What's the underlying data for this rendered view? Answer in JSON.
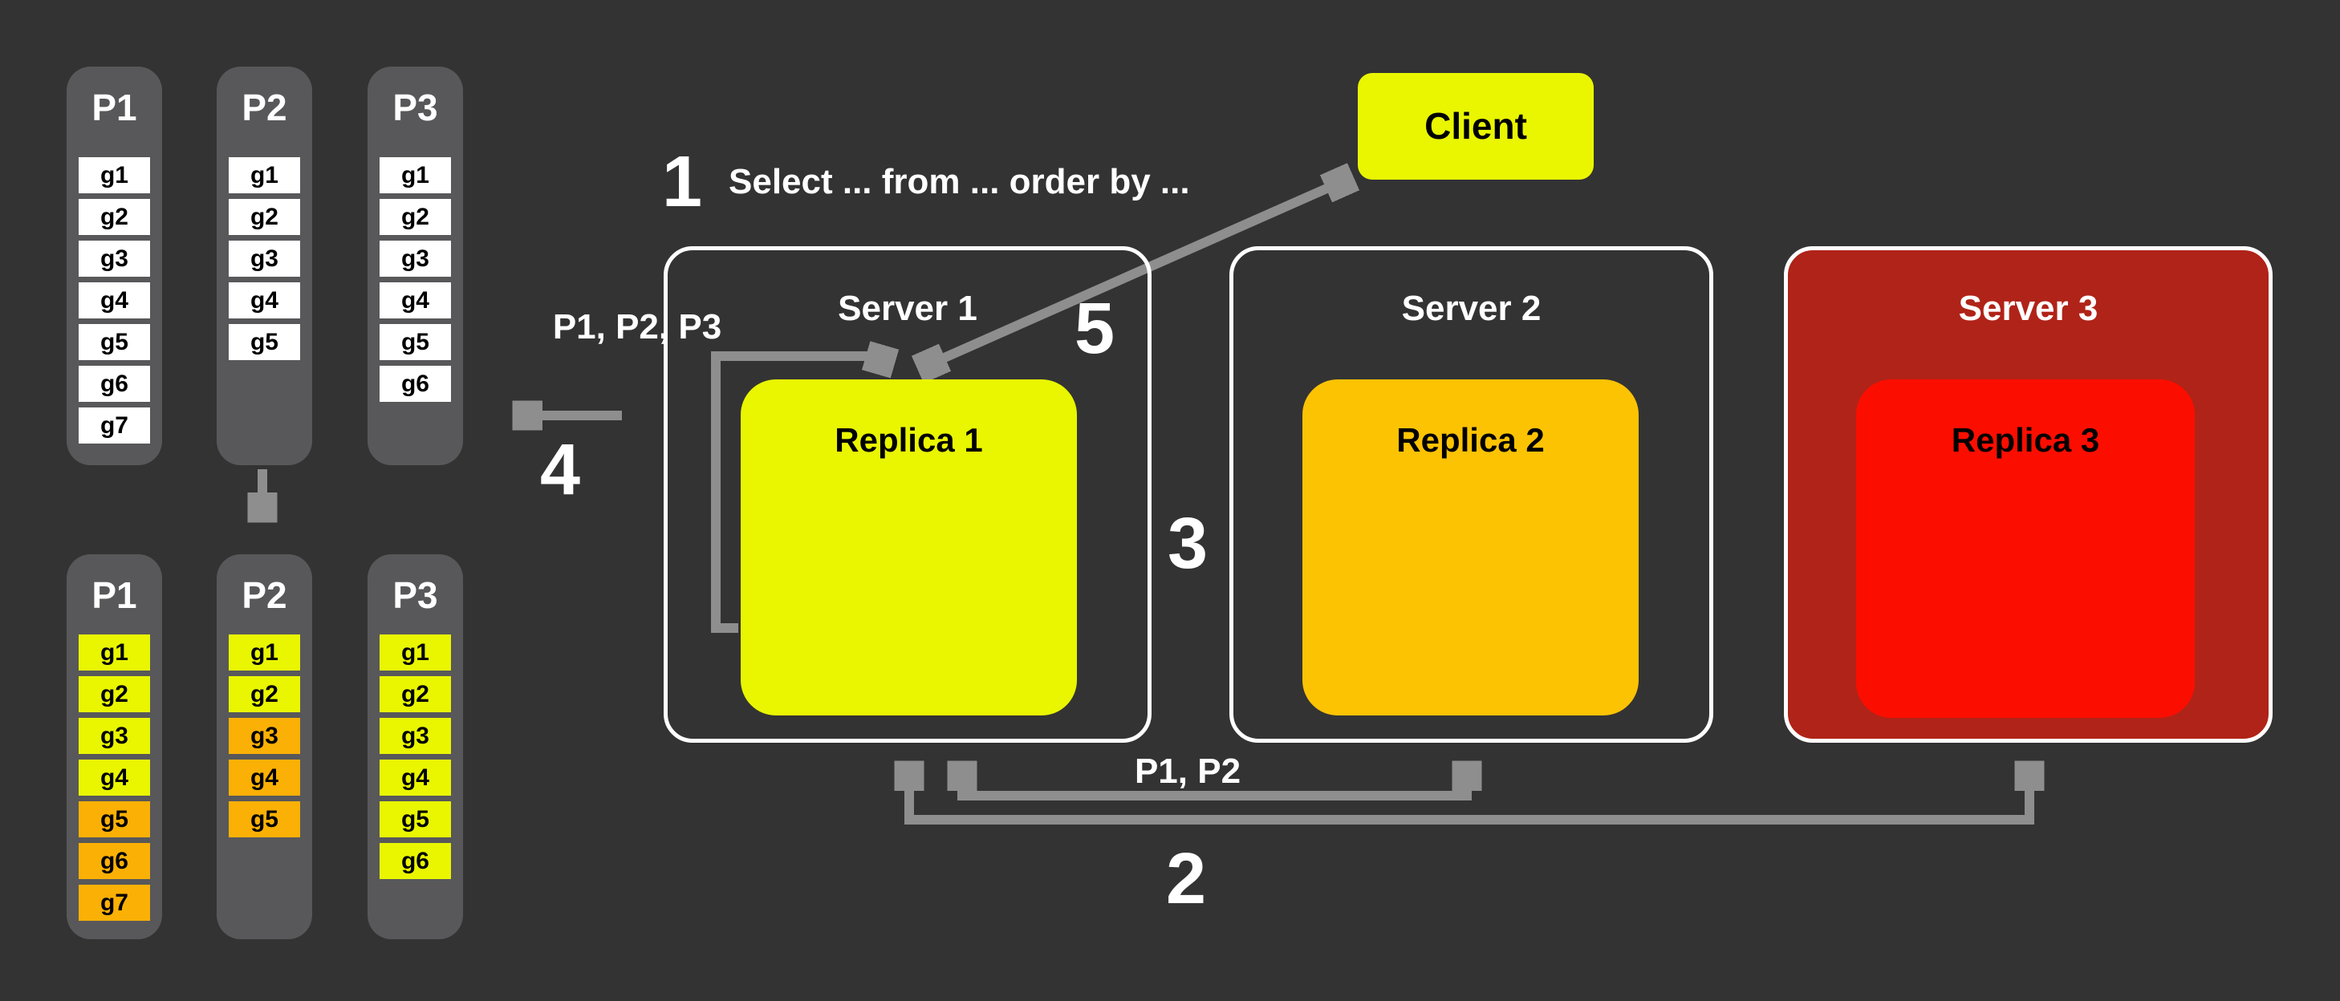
{
  "colors": {
    "background": "#333333",
    "column_gray": "#58585a",
    "arrow_gray": "#8e8e8e",
    "yellow": "#e9f600",
    "orange": "#fbb005",
    "amber": "#fcc303",
    "bright_red": "#fb0e00",
    "dark_red": "#b02318",
    "white_cell": "#ffffff"
  },
  "steps": {
    "n1": "1",
    "n2": "2",
    "n3": "3",
    "n4": "4",
    "n5": "5",
    "query_text": "Select ... from ... order by ..."
  },
  "labels": {
    "fanout_partitions": "P1, P2, P3",
    "gather_partitions": "P1, P2"
  },
  "client": {
    "label": "Client",
    "color": "#e9f600"
  },
  "servers": [
    {
      "name": "Server 1",
      "fill": "transparent",
      "replica": {
        "label": "Replica 1",
        "color": "#e9f600"
      }
    },
    {
      "name": "Server 2",
      "fill": "transparent",
      "replica": {
        "label": "Replica 2",
        "color": "#fcc303"
      }
    },
    {
      "name": "Server 3",
      "fill": "#b02318",
      "replica": {
        "label": "Replica 3",
        "color": "#fb0e00"
      }
    }
  ],
  "partitions": {
    "top": [
      {
        "name": "P1",
        "cells": [
          {
            "label": "g1",
            "color": "#ffffff"
          },
          {
            "label": "g2",
            "color": "#ffffff"
          },
          {
            "label": "g3",
            "color": "#ffffff"
          },
          {
            "label": "g4",
            "color": "#ffffff"
          },
          {
            "label": "g5",
            "color": "#ffffff"
          },
          {
            "label": "g6",
            "color": "#ffffff"
          },
          {
            "label": "g7",
            "color": "#ffffff"
          }
        ]
      },
      {
        "name": "P2",
        "cells": [
          {
            "label": "g1",
            "color": "#ffffff"
          },
          {
            "label": "g2",
            "color": "#ffffff"
          },
          {
            "label": "g3",
            "color": "#ffffff"
          },
          {
            "label": "g4",
            "color": "#ffffff"
          },
          {
            "label": "g5",
            "color": "#ffffff"
          }
        ]
      },
      {
        "name": "P3",
        "cells": [
          {
            "label": "g1",
            "color": "#ffffff"
          },
          {
            "label": "g2",
            "color": "#ffffff"
          },
          {
            "label": "g3",
            "color": "#ffffff"
          },
          {
            "label": "g4",
            "color": "#ffffff"
          },
          {
            "label": "g5",
            "color": "#ffffff"
          },
          {
            "label": "g6",
            "color": "#ffffff"
          }
        ]
      }
    ],
    "bottom": [
      {
        "name": "P1",
        "cells": [
          {
            "label": "g1",
            "color": "#e9f600"
          },
          {
            "label": "g2",
            "color": "#e9f600"
          },
          {
            "label": "g3",
            "color": "#e9f600"
          },
          {
            "label": "g4",
            "color": "#e9f600"
          },
          {
            "label": "g5",
            "color": "#fbb005"
          },
          {
            "label": "g6",
            "color": "#fbb005"
          },
          {
            "label": "g7",
            "color": "#fbb005"
          }
        ]
      },
      {
        "name": "P2",
        "cells": [
          {
            "label": "g1",
            "color": "#e9f600"
          },
          {
            "label": "g2",
            "color": "#e9f600"
          },
          {
            "label": "g3",
            "color": "#fbb005"
          },
          {
            "label": "g4",
            "color": "#fbb005"
          },
          {
            "label": "g5",
            "color": "#fbb005"
          }
        ]
      },
      {
        "name": "P3",
        "cells": [
          {
            "label": "g1",
            "color": "#e9f600"
          },
          {
            "label": "g2",
            "color": "#e9f600"
          },
          {
            "label": "g3",
            "color": "#e9f600"
          },
          {
            "label": "g4",
            "color": "#e9f600"
          },
          {
            "label": "g5",
            "color": "#e9f600"
          },
          {
            "label": "g6",
            "color": "#e9f600"
          }
        ]
      }
    ]
  }
}
